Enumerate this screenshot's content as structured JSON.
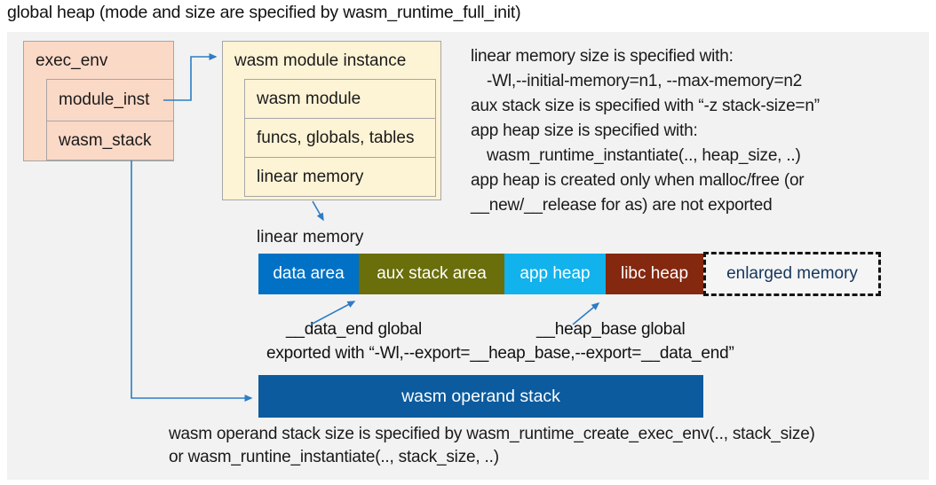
{
  "title": "global heap (mode and size are specified by wasm_runtime_full_init)",
  "exec_env": {
    "label": "exec_env",
    "fields": [
      "module_inst",
      "wasm_stack"
    ]
  },
  "module_instance": {
    "label": "wasm module instance",
    "fields": [
      "wasm module",
      "funcs, globals, tables",
      "linear memory"
    ]
  },
  "notes": {
    "lines": [
      "linear memory size is specified with:",
      "-Wl,--initial-memory=n1, --max-memory=n2",
      "aux stack size is specified with “-z stack-size=n”",
      "app heap size is specified with:",
      "wasm_runtime_instantiate(.., heap_size, ..)",
      "app heap is created only when malloc/free (or",
      "__new/__release for as) are not exported"
    ]
  },
  "linear_memory": {
    "caption": "linear memory",
    "segments": [
      {
        "label": "data area",
        "bg": "#0071c5"
      },
      {
        "label": "aux stack area",
        "bg": "#6a6e0b"
      },
      {
        "label": "app heap",
        "bg": "#12b2ec"
      },
      {
        "label": "libc heap",
        "bg": "#84280f"
      },
      {
        "label": "enlarged memory",
        "bg": ""
      }
    ]
  },
  "annotations": {
    "data_end_label": "__data_end global",
    "heap_base_label": "__heap_base global",
    "exported_line": "exported with “-Wl,--export=__heap_base,--export=__data_end”"
  },
  "operand_stack": {
    "label": "wasm operand stack",
    "note_line1": "wasm operand stack size is specified by wasm_runtime_create_exec_env(.., stack_size)",
    "note_line2": "or wasm_runtine_instantiate(.., stack_size, ..)"
  },
  "colors": {
    "panel": "#f2f2f2",
    "box_pink": "#fbd9c7",
    "box_cream": "#fdf3d5",
    "box_border": "#a6a6a6",
    "data_area": "#0071c5",
    "aux_stack": "#6a6e0b",
    "app_heap": "#12b2ec",
    "libc_heap": "#84280f",
    "operand_stack": "#0b5b9e",
    "enlarged_text": "#17365d",
    "arrow": "#2e7cc4"
  }
}
